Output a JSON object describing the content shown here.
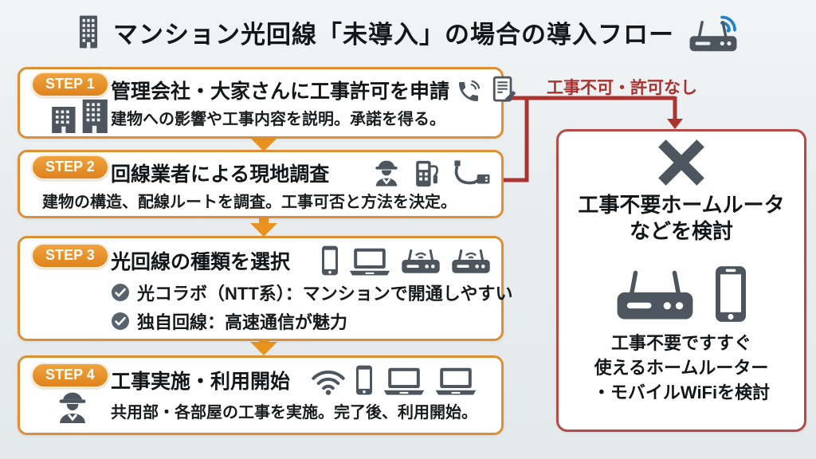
{
  "title": {
    "text": "マンション光回線「未導入」の場合の導入フロー"
  },
  "steps": [
    {
      "badge": "STEP 1",
      "heading": "管理会社・大家さんに工事許可を申請",
      "desc": "建物への影響や工事内容を説明。承諾を得る。"
    },
    {
      "badge": "STEP 2",
      "heading": "回線業者による現地調査",
      "desc": "建物の構造、配線ルートを調査。工事可否と方法を決定。"
    },
    {
      "badge": "STEP 3",
      "heading": "光回線の種類を選択",
      "bullets": [
        "光コラボ（NTT系）：マンションで開通しやすい",
        "独自回線：高速通信が魅力"
      ]
    },
    {
      "badge": "STEP 4",
      "heading": "工事実施・利用開始",
      "desc": "共用部・各部屋の工事を実施。完了後、利用開始。"
    }
  ],
  "branch": {
    "label": "工事不可・許可なし"
  },
  "alt_box": {
    "heading": [
      "工事不要ホームルータ",
      "などを検討"
    ],
    "desc": [
      "工事不要ですすぐ",
      "使えるホームルーター",
      "・モバイルWiFiを検討"
    ]
  },
  "icons": {
    "building-icon": "office building silhouette",
    "router-wifi-icon": "wi-fi router with blue signal arcs",
    "buildings-icon": "two apartment buildings",
    "phone-call-icon": "telephone handset with sound waves",
    "document-icon": "application document with pen",
    "worker-icon": "construction worker with hard hat",
    "tester-icon": "handheld line tester with plug",
    "usb-cable-icon": "usb cable",
    "smartphone-icon": "smartphone",
    "laptop-icon": "laptop computer",
    "router-icon": "wi-fi router",
    "wifi-icon": "wi-fi signal arcs",
    "check-icon": "check mark in circle",
    "x-mark-icon": "large cross mark",
    "down-arrow": "orange downward flow arrow",
    "branch-arrow": "red branch connector with arrowhead"
  },
  "colors": {
    "background": "#e9edef",
    "box_border_orange": "#df8f33",
    "badge_orange": "#e8931f",
    "arrow_orange": "#e8931f",
    "alert_red": "#ac3330",
    "alt_border_red": "#b64a46",
    "icon_slate": "#4d565e",
    "wifi_blue": "#2382c4",
    "text": "#14171a",
    "box_bg": "#ffffff"
  }
}
